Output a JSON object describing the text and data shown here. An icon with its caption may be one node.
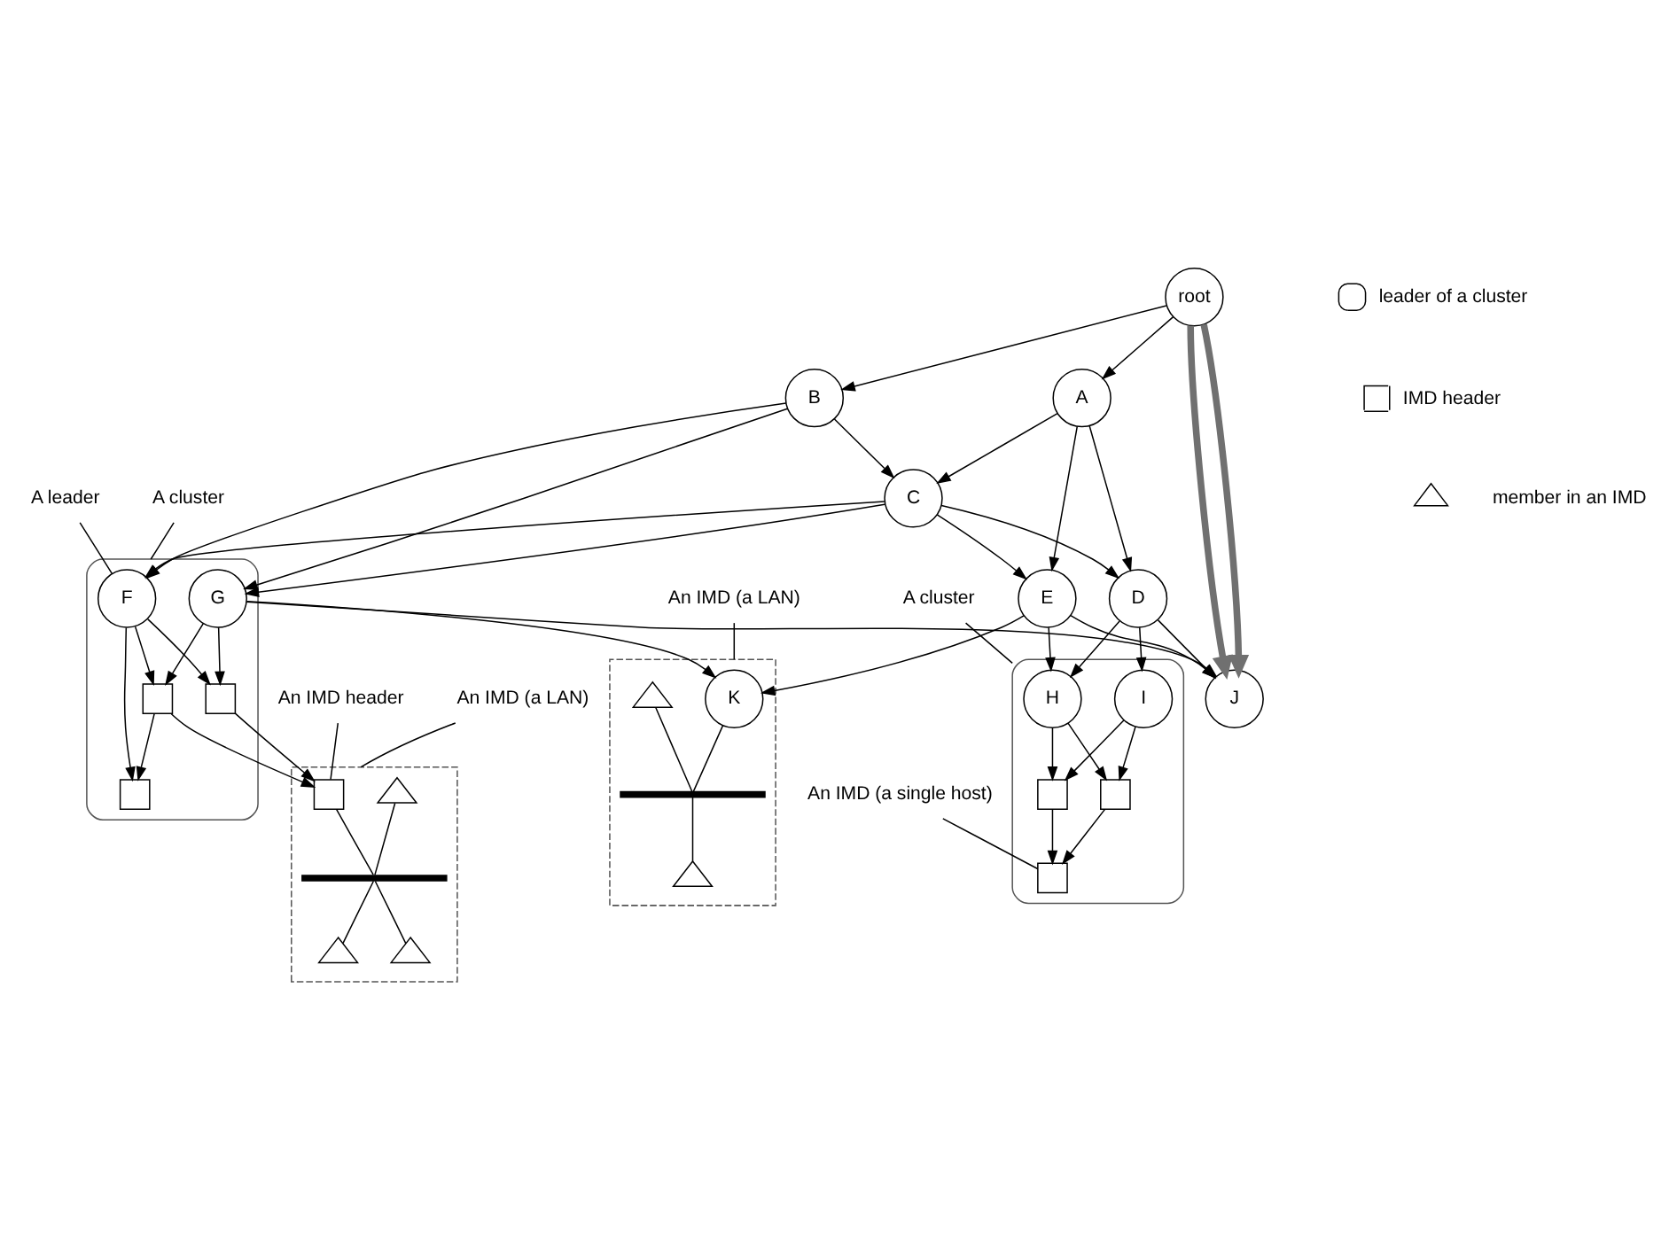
{
  "diagram": {
    "nodes": [
      {
        "text": [
          "root"
        ]
      },
      {
        "text": [
          "A"
        ]
      },
      {
        "text": [
          "B"
        ]
      },
      {
        "text": [
          "A leader"
        ]
      },
      {
        "text": [
          "C"
        ]
      },
      {
        "text": [
          "A cluster"
        ]
      },
      {
        "text": [],
        "shape": "ellipse"
      },
      {
        "text": [
          "F"
        ],
        "in": 6
      },
      {
        "text": [
          "An IMD header"
        ]
      },
      {
        "text": [],
        "shape": "box",
        "in": 6
      },
      {
        "text": [],
        "shape": "box",
        "in": 6
      },
      {
        "text": [
          "D"
        ]
      },
      {
        "text": [
          "G"
        ],
        "in": 6
      },
      {
        "text": [],
        "shape": "box"
      },
      {
        "text": [],
        "shape": "box",
        "in": 13
      },
      {
        "text": [],
        "shape": "box",
        "in": 6
      },
      {
        "text": [],
        "shape": "triangle",
        "in": 13
      },
      {
        "text": [],
        "shape": "bar",
        "in": 13
      },
      {
        "text": [],
        "shape": "triangle",
        "in": 13
      },
      {
        "text": [],
        "shape": "triangle",
        "in": 13
      },
      {
        "text": [
          "A cluster"
        ]
      },
      {
        "text": [],
        "shape": "ellipse"
      },
      {
        "text": [
          "E"
        ]
      },
      {
        "text": [
          "H"
        ],
        "in": 21
      },
      {
        "text": [
          "An IMD (a LAN)"
        ]
      },
      {
        "text": [
          "I"
        ],
        "in": 21
      },
      {
        "text": [],
        "shape": "box"
      },
      {
        "text": [
          "K"
        ],
        "in": 26
      },
      {
        "text": [],
        "shape": "triangle",
        "in": 26
      },
      {
        "text": [],
        "shape": "bar",
        "in": 26
      },
      {
        "text": [
          "J"
        ]
      },
      {
        "text": [],
        "shape": "box",
        "in": 21
      },
      {
        "text": [],
        "shape": "box",
        "in": 21
      },
      {
        "text": [],
        "shape": "box",
        "in": 21
      },
      {
        "text": [],
        "shape": "triangle",
        "in": 26
      },
      {
        "text": [
          "An IMD (a LAN)"
        ]
      },
      {
        "text": [
          "An IMD (a single host)"
        ]
      }
    ],
    "edges": [
      {
        "from": 0,
        "to": 1,
        "arrow": "to"
      },
      {
        "from": 0,
        "to": 2,
        "arrow": "to"
      },
      {
        "from": 1,
        "to": 4,
        "arrow": "to"
      },
      {
        "from": 1,
        "to": 11,
        "arrow": "to"
      },
      {
        "from": 1,
        "to": 22,
        "arrow": "to"
      },
      {
        "from": 2,
        "to": 4,
        "arrow": "to"
      },
      {
        "from": 2,
        "to": 7,
        "arrow": "to"
      },
      {
        "from": 2,
        "to": 12,
        "arrow": "to"
      },
      {
        "from": 4,
        "to": 11,
        "arrow": "to"
      },
      {
        "from": 4,
        "to": 22,
        "arrow": "to"
      },
      {
        "from": 4,
        "to": 7,
        "arrow": "to"
      },
      {
        "from": 4,
        "to": 12,
        "arrow": "to"
      },
      {
        "from": 11,
        "to": 23,
        "arrow": "to"
      },
      {
        "from": 11,
        "to": 25,
        "arrow": "to"
      },
      {
        "from": 11,
        "to": 30,
        "arrow": "to"
      },
      {
        "from": 22,
        "to": 23,
        "arrow": "to"
      },
      {
        "from": 22,
        "to": 30,
        "arrow": "to"
      },
      {
        "from": 22,
        "to": 27,
        "arrow": "to"
      },
      {
        "from": 12,
        "to": 27,
        "arrow": "to"
      },
      {
        "from": 12,
        "to": 30,
        "arrow": "to"
      },
      {
        "from": 7,
        "to": 9,
        "arrow": "to"
      },
      {
        "from": 7,
        "to": 10,
        "arrow": "to"
      },
      {
        "from": 7,
        "to": 15,
        "arrow": "to"
      },
      {
        "from": 10,
        "to": 9,
        "arrow": "to"
      },
      {
        "from": 10,
        "to": 14,
        "arrow": "to"
      },
      {
        "from": 12,
        "to": 10,
        "arrow": "to"
      },
      {
        "from": 12,
        "to": 15,
        "arrow": "to"
      },
      {
        "from": 15,
        "to": 14,
        "arrow": "to"
      },
      {
        "from": 14,
        "to": 17,
        "arrow": "none"
      },
      {
        "from": 16,
        "to": 17,
        "arrow": "none"
      },
      {
        "from": 17,
        "to": 18,
        "arrow": "none"
      },
      {
        "from": 17,
        "to": 19,
        "arrow": "none"
      },
      {
        "from": 23,
        "to": 31,
        "arrow": "to"
      },
      {
        "from": 23,
        "to": 32,
        "arrow": "to"
      },
      {
        "from": 25,
        "to": 31,
        "arrow": "to"
      },
      {
        "from": 25,
        "to": 32,
        "arrow": "to"
      },
      {
        "from": 31,
        "to": 33,
        "arrow": "to"
      },
      {
        "from": 32,
        "to": 33,
        "arrow": "to"
      },
      {
        "from": 27,
        "to": 29,
        "arrow": "none"
      },
      {
        "from": 28,
        "to": 29,
        "arrow": "none"
      },
      {
        "from": 29,
        "to": 34,
        "arrow": "none"
      },
      {
        "from": 0,
        "to": 30,
        "arrow": "to",
        "style": "thick",
        "color": "#707070"
      },
      {
        "from": 0,
        "to": 30,
        "arrow": "to",
        "style": "thick",
        "color": "#707070"
      },
      {
        "from": 3,
        "to": 7,
        "arrow": "none"
      },
      {
        "from": 5,
        "to": 6,
        "arrow": "none"
      },
      {
        "from": 8,
        "to": 14,
        "arrow": "none"
      },
      {
        "from": 24,
        "to": 13,
        "arrow": "none"
      },
      {
        "from": 35,
        "to": 26,
        "arrow": "none"
      },
      {
        "from": 20,
        "to": 21,
        "arrow": "none"
      },
      {
        "from": 36,
        "to": 33,
        "arrow": "none"
      }
    ],
    "legend": [
      {
        "text": "leader of a cluster"
      },
      {
        "text": "IMD header"
      },
      {
        "text": "member in an IMD"
      }
    ]
  }
}
